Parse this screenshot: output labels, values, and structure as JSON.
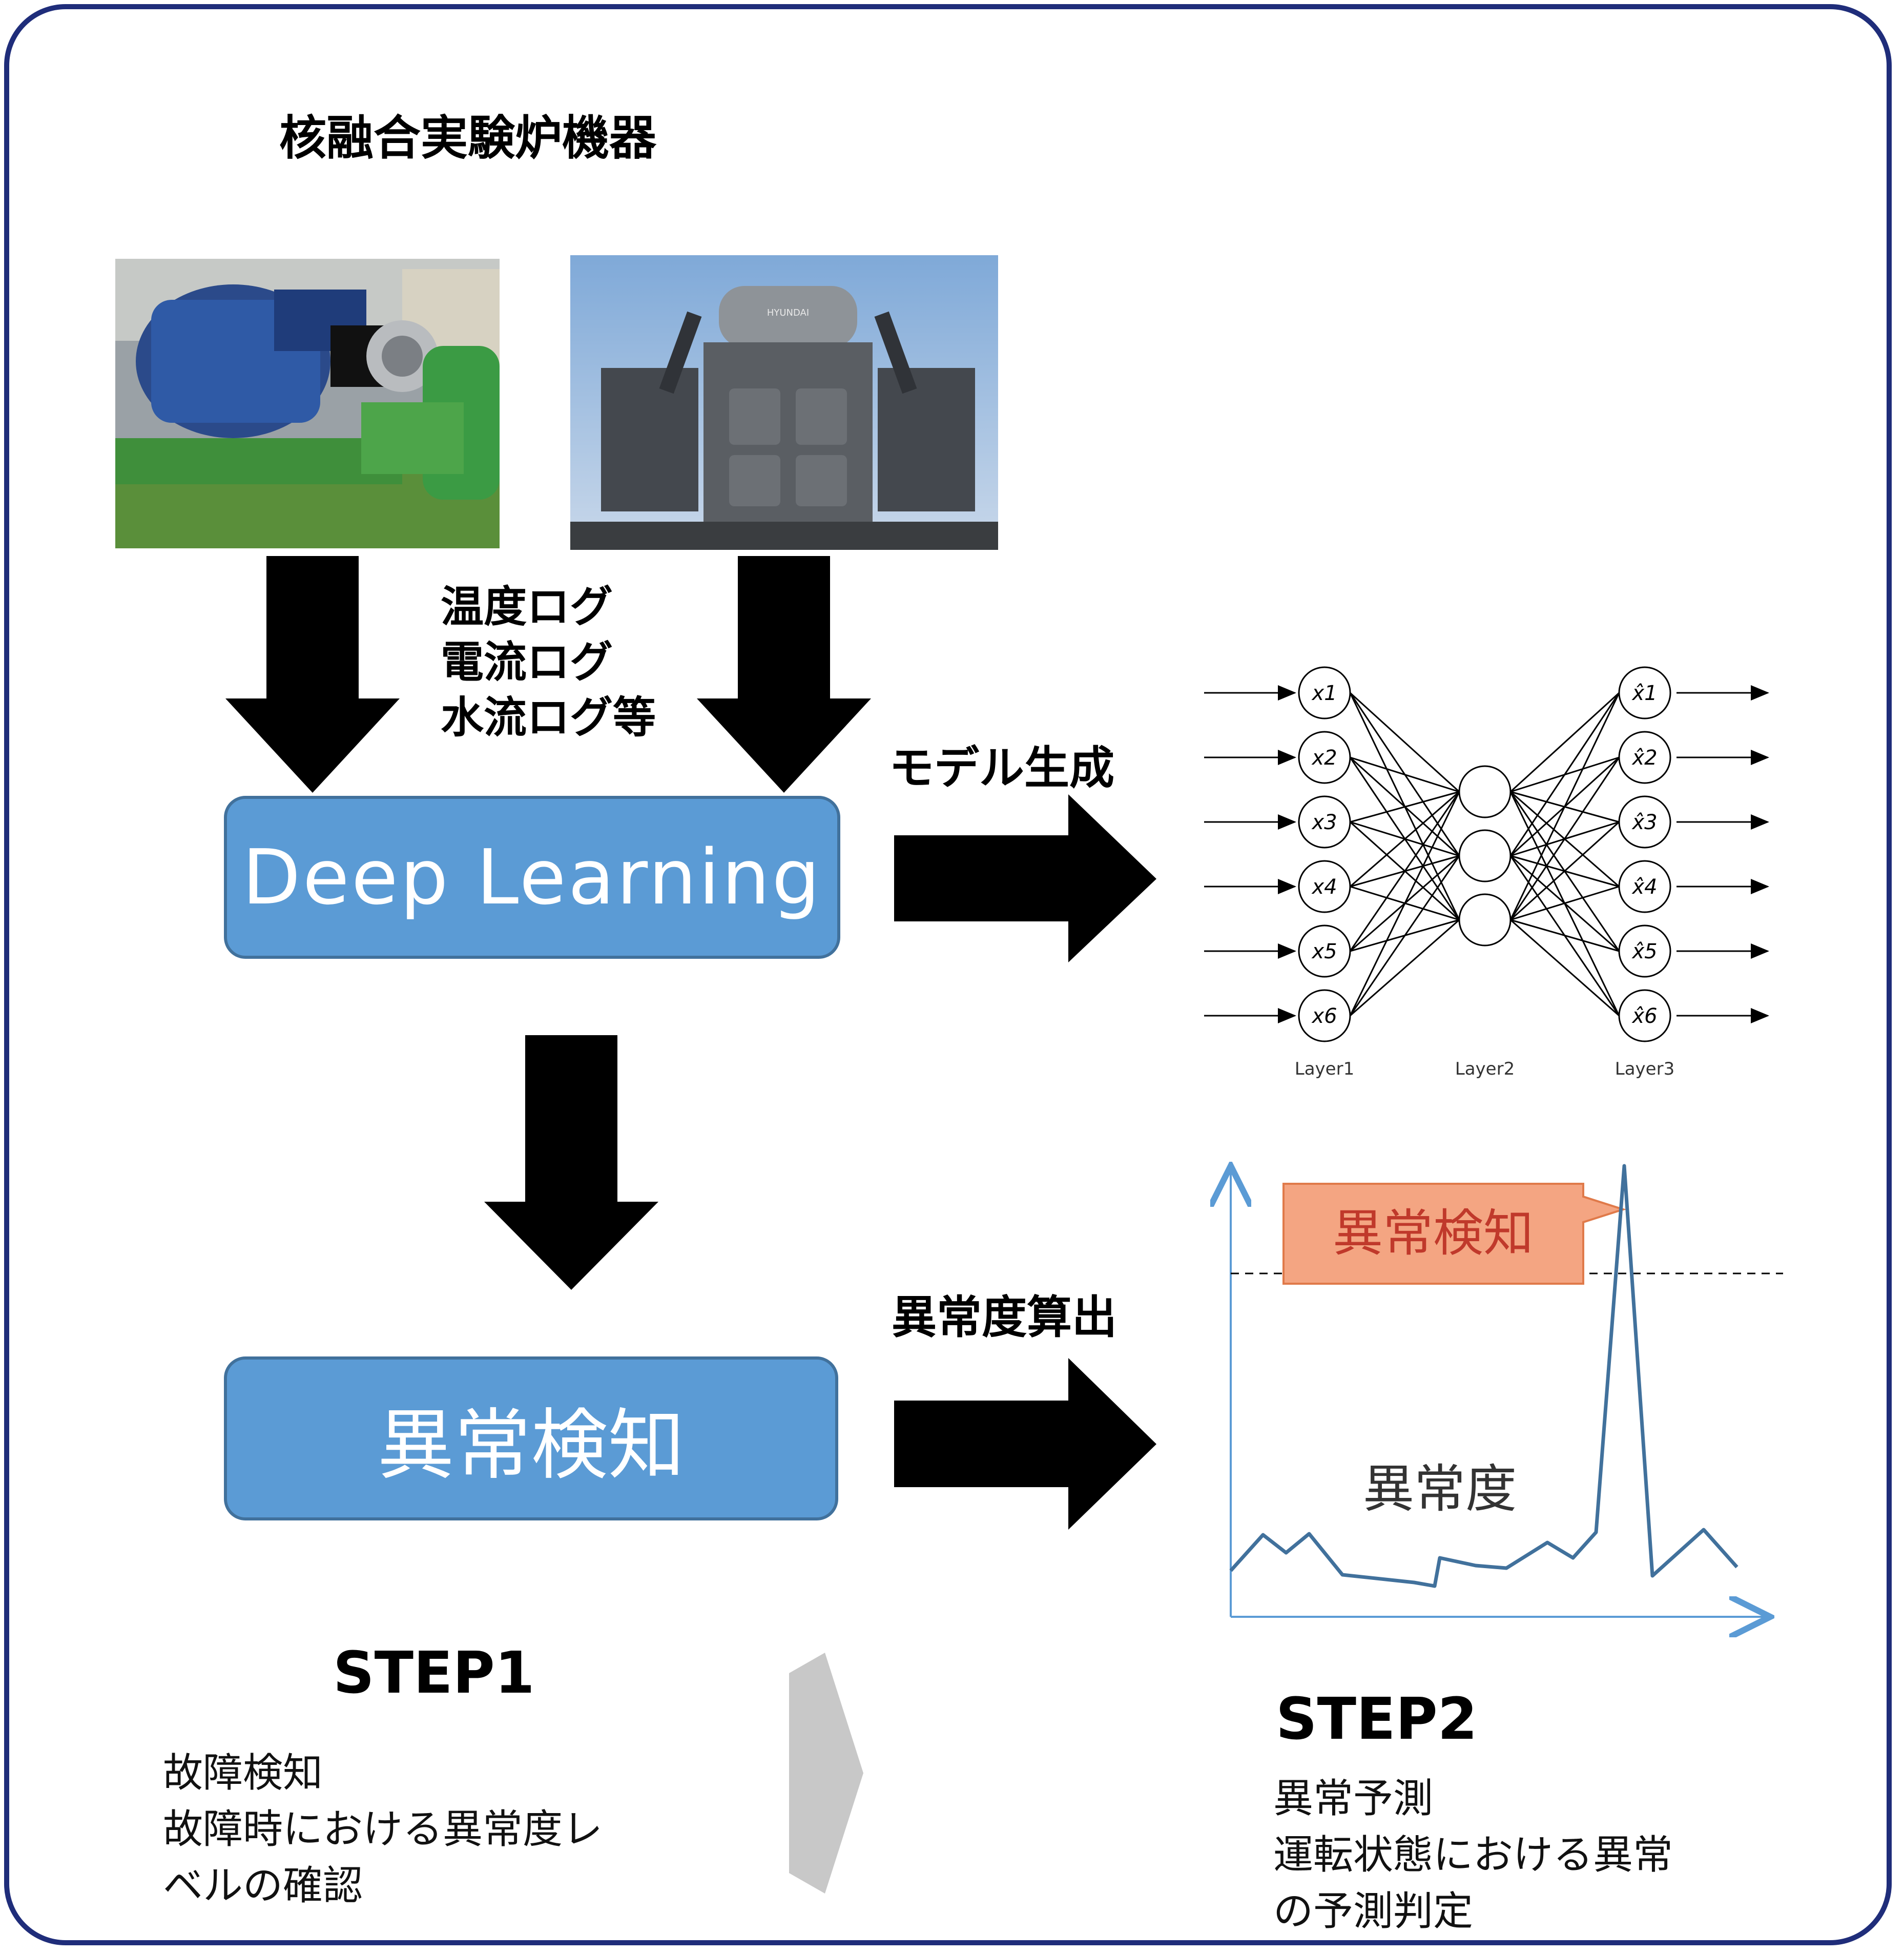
{
  "header": {
    "title": "核融合実験炉機器"
  },
  "photos": [
    {
      "subject": "motor-pump"
    },
    {
      "subject": "transformer",
      "nameplate": "HYUNDAI"
    }
  ],
  "logs": [
    "温度ログ",
    "電流ログ",
    "水流ログ等"
  ],
  "deep_learning_box": {
    "label": "Deep Learning"
  },
  "anomaly_box": {
    "label": "異常検知"
  },
  "arrows": {
    "model_generation_label": "モデル生成",
    "anomaly_score_label": "異常度算出"
  },
  "network": {
    "input_nodes": [
      "x1",
      "x2",
      "x3",
      "x4",
      "x5",
      "x6"
    ],
    "output_nodes": [
      "x̂1",
      "x̂2",
      "x̂3",
      "x̂4",
      "x̂5",
      "x̂6"
    ],
    "hidden_count": 3,
    "layer_labels": [
      "Layer1",
      "Layer2",
      "Layer3"
    ]
  },
  "score_chart": {
    "callout_label": "異常検知",
    "curve_label": "異常度",
    "callout_color": "#f4a582",
    "curve_color": "#41719c"
  },
  "step1": {
    "title": "STEP1",
    "lines": [
      "故障検知",
      "故障時における異常度レ",
      "ベルの確認"
    ]
  },
  "step2": {
    "title": "STEP2",
    "lines": [
      "異常予測",
      "運転状態における異常",
      "の予測判定"
    ]
  }
}
